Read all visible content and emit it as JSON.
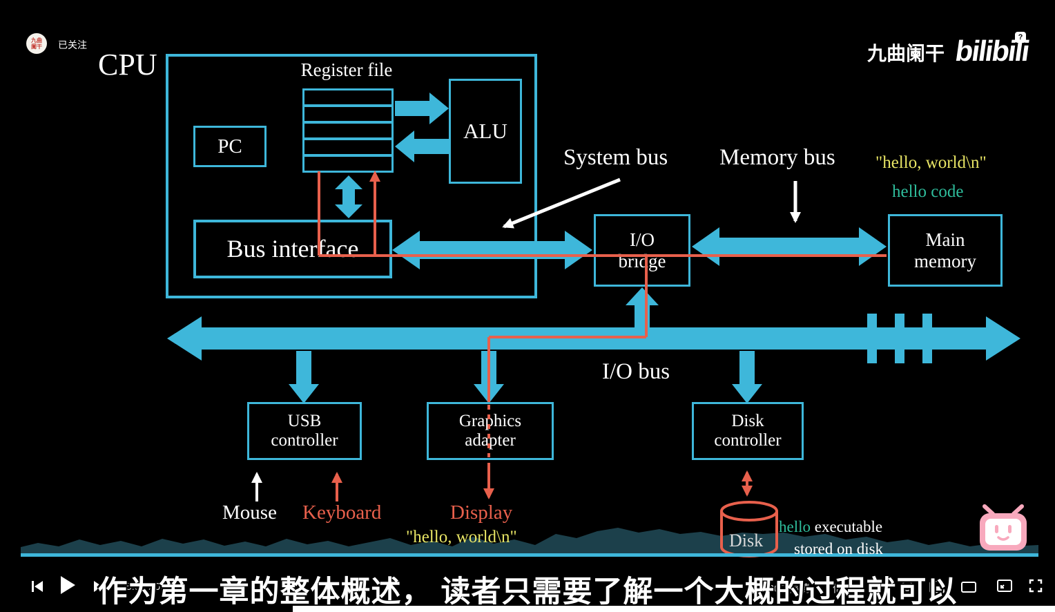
{
  "colors": {
    "background": "#000000",
    "cyan": "#3eb7da",
    "coral_red": "#e8604c",
    "yellow": "#e8e565",
    "teal_green": "#2fbd9c",
    "white": "#ffffff",
    "pink": "#f8a9bd"
  },
  "header": {
    "avatar_text": "九曲阑干",
    "follow_badge": "已关注",
    "uploader": "九曲阑干",
    "logo_text": "bilibili",
    "logo_badge": "?"
  },
  "diagram": {
    "cpu": "CPU",
    "register_file": "Register file",
    "alu": "ALU",
    "pc": "PC",
    "bus_interface": "Bus interface",
    "system_bus": "System bus",
    "memory_bus": "Memory bus",
    "io_bridge": [
      "I/O",
      "bridge"
    ],
    "main_memory": [
      "Main",
      "memory"
    ],
    "hello_string_top": "\"hello, world\\n\"",
    "hello_code": "hello code",
    "io_bus": "I/O bus",
    "usb_controller": [
      "USB",
      "controller"
    ],
    "graphics_adapter": [
      "Graphics",
      "adapter"
    ],
    "disk_controller": [
      "Disk",
      "controller"
    ],
    "mouse": "Mouse",
    "keyboard": "Keyboard",
    "display": "Display",
    "hello_string_bottom": "\"hello, world\\n\"",
    "disk": "Disk",
    "hello_exec": {
      "hello": "hello",
      "rest": " executable",
      "line2": "stored on disk"
    }
  },
  "player": {
    "time": "05:59 / 08:34",
    "quality": "1080P 高清",
    "speed": "倍速",
    "subtitle": "作为第一章的整体概述，  读者只需要了解一个大概的过程就可以"
  }
}
